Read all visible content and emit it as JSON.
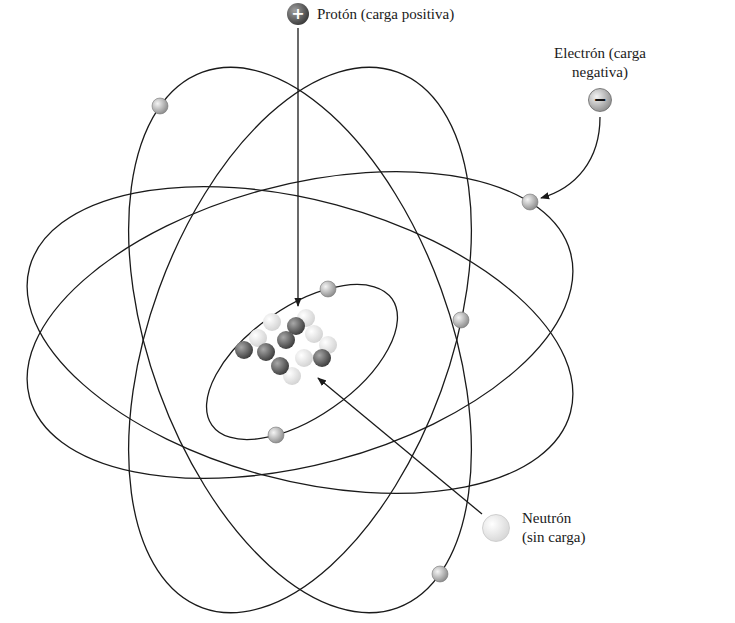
{
  "diagram": {
    "nodes": [
      {
        "text": [
          "+",
          "Protón (carga positiva)"
        ]
      },
      {
        "text": [
          "−",
          "Electrón (carga negativa)"
        ]
      },
      {
        "text": [
          "Neutrón (sin carga)"
        ]
      }
    ]
  }
}
